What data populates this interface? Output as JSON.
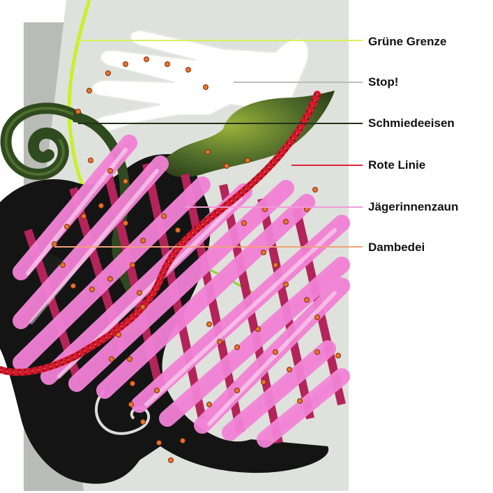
{
  "labels": [
    {
      "text": "Grüne Grenze",
      "line_color": "#d6f25a"
    },
    {
      "text": "Stop!",
      "line_color": "#bdbdbd"
    },
    {
      "text": "Schmiedeeisen",
      "line_color": "#23331a"
    },
    {
      "text": "Rote Linie",
      "line_color": "#d8263e"
    },
    {
      "text": "Jägerinnenzaun",
      "line_color": "#f09ad8"
    },
    {
      "text": "Dambedei",
      "line_color": "#f0a07a"
    }
  ],
  "colors": {
    "paper_grey": "#b9bbb6",
    "light_grey": "#dfe1dc",
    "hand_white": "#ffffff",
    "lime": "#c8f02a",
    "iron_black": "#141414",
    "iron_green": "#4f6b2a",
    "fence_crimson": "#b3245a",
    "stroke_pink": "#f27fd4",
    "rope_red": "#d8182c",
    "bead_orange": "#e9742a"
  }
}
